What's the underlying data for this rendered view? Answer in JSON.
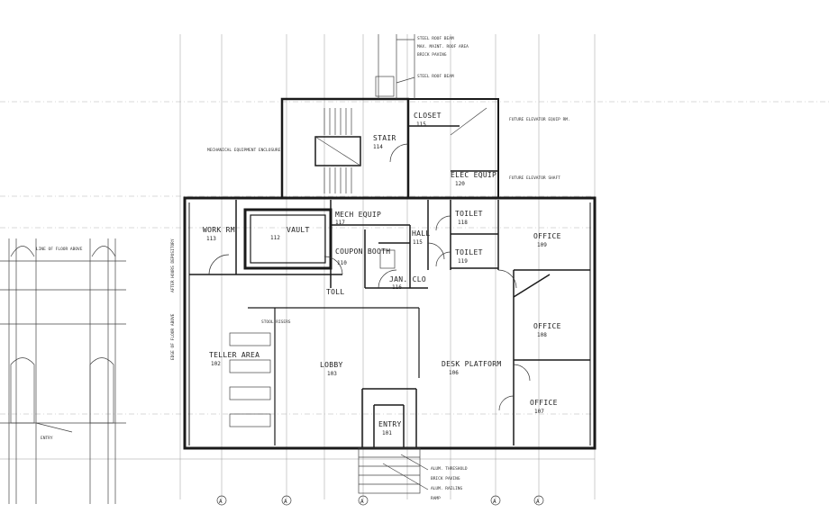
{
  "rooms": {
    "stair": {
      "label": "STAIR",
      "number": "114"
    },
    "closet": {
      "label": "CLOSET",
      "number": "115"
    },
    "elec_equip": {
      "label": "ELEC EQUIP",
      "number": "120"
    },
    "mech_equip": {
      "label": "MECH EQUIP",
      "number": "117"
    },
    "hall": {
      "label": "HALL",
      "number": "115"
    },
    "toilet_a": {
      "label": "TOILET",
      "number": "118"
    },
    "toilet_b": {
      "label": "TOILET",
      "number": "119"
    },
    "work_rm": {
      "label": "WORK RM",
      "number": "113"
    },
    "vault": {
      "label": "VAULT",
      "number": "112"
    },
    "coupon_booth": {
      "label": "COUPON BOOTH",
      "number": "110"
    },
    "jan_clo": {
      "label": "JAN. CLO",
      "number": "116"
    },
    "office_a": {
      "label": "OFFICE",
      "number": "109"
    },
    "office_b": {
      "label": "OFFICE",
      "number": "108"
    },
    "office_c": {
      "label": "OFFICE",
      "number": "107"
    },
    "teller_area": {
      "label": "TELLER AREA",
      "number": "102"
    },
    "lobby": {
      "label": "LOBBY",
      "number": "103"
    },
    "desk_platform": {
      "label": "DESK PLATFORM",
      "number": "106"
    },
    "entry": {
      "label": "ENTRY",
      "number": "101"
    },
    "toll": {
      "label": "TOLL",
      "number": ""
    }
  },
  "notes": {
    "n1": "STEEL ROOF BEAM",
    "n2": "MAX. MAINT. ROOF AREA",
    "n3": "BRICK PAVING",
    "n4": "STEEL ROOF BEAM",
    "n5": "FUTURE ELEVATOR EQUIP RM.",
    "n6": "FUTURE ELEVATOR SHAFT",
    "n7": "MECHANICAL EQUIPMENT ENCLOSURE",
    "n8": "STOOL RISERS",
    "n9": "AFTER HOURS DEPOSITORY",
    "n10": "EDGE OF FLOOR ABOVE",
    "n11": "ALUM. THRESHOLD",
    "n12": "BRICK PAVING",
    "n13": "ALUM. RAILING",
    "n14": "RAMP",
    "n15": "LINE OF FLOOR ABOVE",
    "n16": "ENTRY"
  },
  "grid_markers": [
    "A",
    "A",
    "A",
    "A",
    "A"
  ]
}
